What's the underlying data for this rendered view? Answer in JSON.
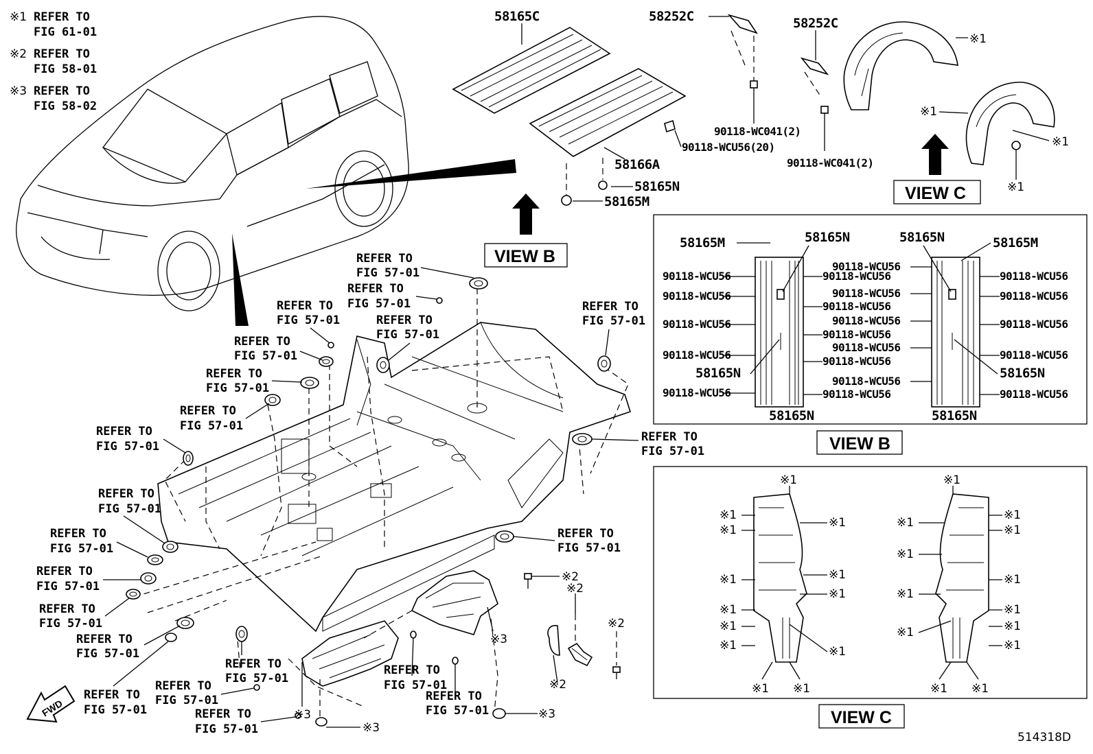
{
  "legend": {
    "mark1": "※1",
    "text1a": "REFER TO",
    "text1b": "FIG 61-01",
    "mark2": "※2",
    "text2a": "REFER TO",
    "text2b": "FIG 58-01",
    "mark3": "※3",
    "text3a": "REFER TO",
    "text3b": "FIG 58-02"
  },
  "refer": {
    "a": "REFER TO",
    "b": "FIG 57-01"
  },
  "parts": {
    "p58165C": "58165C",
    "p58252C": "58252C",
    "p90118_WC041": "90118-WC041(2)",
    "p90118_WCU56_20": "90118-WCU56(20)",
    "p58166A": "58166A",
    "p58165N": "58165N",
    "p58165M": "58165M",
    "p90118_WCU56": "90118-WCU56"
  },
  "marks": {
    "m1": "※1",
    "m2": "※2",
    "m3": "※3"
  },
  "views": {
    "b": "VIEW B",
    "c": "VIEW C"
  },
  "fwd": "FWD",
  "figure_code": "514318D"
}
